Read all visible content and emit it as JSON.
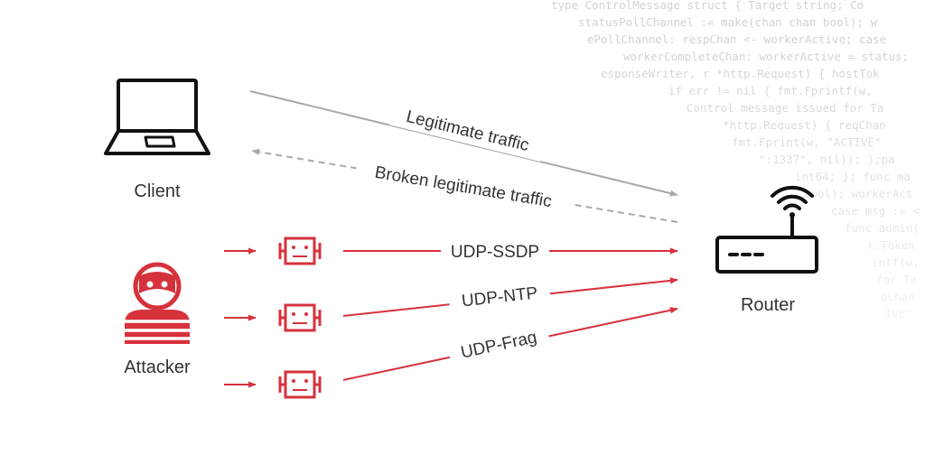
{
  "colors": {
    "red": "#D6323C",
    "gray": "#A9A9A9",
    "dark": "#111111",
    "text": "#333333",
    "code": "#C8C8C8"
  },
  "nodes": {
    "client": {
      "label": "Client",
      "icon": "laptop-icon"
    },
    "attacker": {
      "label": "Attacker",
      "icon": "masked-attacker-icon"
    },
    "router": {
      "label": "Router",
      "icon": "wifi-router-icon"
    },
    "bots": {
      "icon": "bot-icon",
      "count": 3
    }
  },
  "flows": {
    "legitimate": "Legitimate traffic",
    "broken": "Broken legitimate traffic",
    "ssdp": "UDP-SSDP",
    "ntp": "UDP-NTP",
    "frag": "UDP-Frag"
  },
  "code_lines": [
    "type ControlMessage struct { Target string; Co",
    "statusPollChannel := make(chan chan bool); w",
    "ePollChannel: respChan <- workerActive; case",
    "workerCompleteChan: workerActive = status;",
    "esponseWriter, r *http.Request) { hostTok",
    "if err != nil { fmt.Fprintf(w,",
    "Control message issued for Ta",
    "*http.Request) { reqChan",
    "fmt.Fprint(w, \"ACTIVE\"",
    "\":1337\", nil)); };pa",
    "int64; }; func ma",
    "bool); workerAct",
    "case msg := <",
    "func admin(",
    "r.Token",
    "intf(w,",
    "for Ta",
    "qChan",
    "IVE\""
  ]
}
